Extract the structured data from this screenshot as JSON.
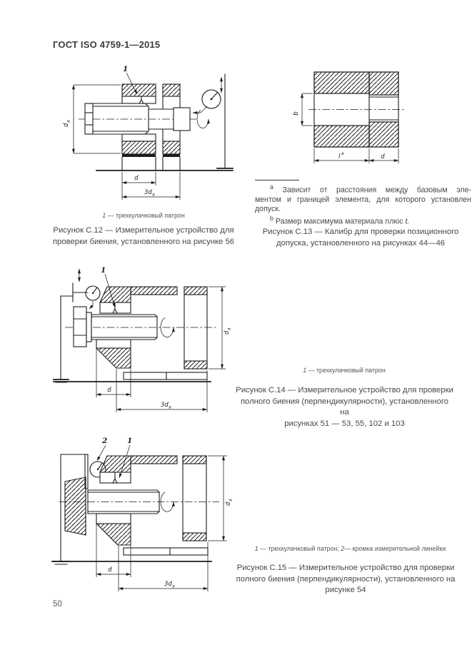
{
  "page": {
    "header": "ГОСТ ISO 4759-1—2015",
    "page_number": "50"
  },
  "fig12": {
    "callout1": "1",
    "legend_num": "1",
    "legend_text": " — трехкулачковый патрон",
    "caption_l1": "Рисунок С.12 — Измерительное устройство для",
    "caption_l2": "проверки биения, установленного на рисунке 56",
    "dims": {
      "da": {
        "sym": "d",
        "sub": "a"
      },
      "d": {
        "sym": "d"
      },
      "threeda": {
        "sym": "3d",
        "sub": "a"
      }
    }
  },
  "fig13": {
    "caption_l1": "Рисунок С.13 — Калибр для проверки позиционного",
    "caption_l2": "допуска, установленного на рисунках 44—46",
    "dims": {
      "b": {
        "sym": "b"
      },
      "l": {
        "sym": "l",
        "sup": "a"
      },
      "d": {
        "sym": "d"
      }
    },
    "footnotes": {
      "marker_a": "a",
      "a_l1": "Зависит от расстояния между базовым эле-",
      "a_l2": "ментом и границей элемента, для которого установлен",
      "a_l3": "допуск.",
      "marker_b": "b",
      "b_text": "Размер максимума материала плюс ",
      "b_italic": "t."
    }
  },
  "fig14": {
    "callout1": "1",
    "legend_num": "1",
    "legend_text": " — трехкулачковый патрон",
    "caption_l1": "Рисунок С.14 — Измерительное устройство для проверки",
    "caption_l2": "полного биения (перпендикулярности), установленного на",
    "caption_l3": "рисунках 51 — 53, 55, 102 и 103",
    "dims": {
      "d": {
        "sym": "d"
      },
      "threeda": {
        "sym": "3d",
        "sub": "a"
      },
      "da": {
        "sym": "d",
        "sub": "a"
      }
    }
  },
  "fig15": {
    "callout1": "1",
    "callout2": "2",
    "legend_num1": "1",
    "legend_text1": " — трехкулачковый патрон; ",
    "legend_num2": "2",
    "legend_text2": "— кромка измерительной линейки",
    "caption_l1": "Рисунок С.15 — Измерительное устройство для проверки",
    "caption_l2": "полного биения (перпендикулярности), установленного на",
    "caption_l3": "рисунке 54",
    "dims": {
      "d": {
        "sym": "d"
      },
      "threeda": {
        "sym": "3d",
        "sub": "a"
      },
      "da": {
        "sym": "d",
        "sub": "a"
      }
    }
  }
}
